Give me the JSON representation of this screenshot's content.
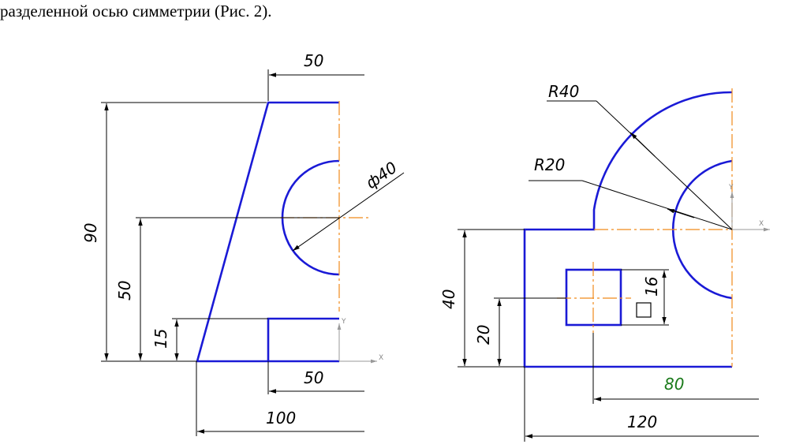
{
  "caption": "разделенной осью симметрии (Рис. 2).",
  "left_figure": {
    "dims": {
      "top_width": "50",
      "diameter": "ф40",
      "height_total": "90",
      "height_center": "50",
      "height_step": "15",
      "bottom_width": "50",
      "overall_width": "100"
    },
    "axis_y": "Y",
    "axis_x": "X"
  },
  "right_figure": {
    "dims": {
      "outer_radius": "R40",
      "inner_radius": "R20",
      "height_total": "40",
      "height_square_center": "20",
      "square_size": "16",
      "width_to_square": "80",
      "overall_width": "120"
    },
    "axis_y": "Y",
    "axis_x": "X"
  },
  "colors": {
    "contour": "#1a1ad6",
    "center_line": "#f08a1a",
    "dimension_line": "#000000",
    "highlight_dim": "#1a7a1a"
  }
}
